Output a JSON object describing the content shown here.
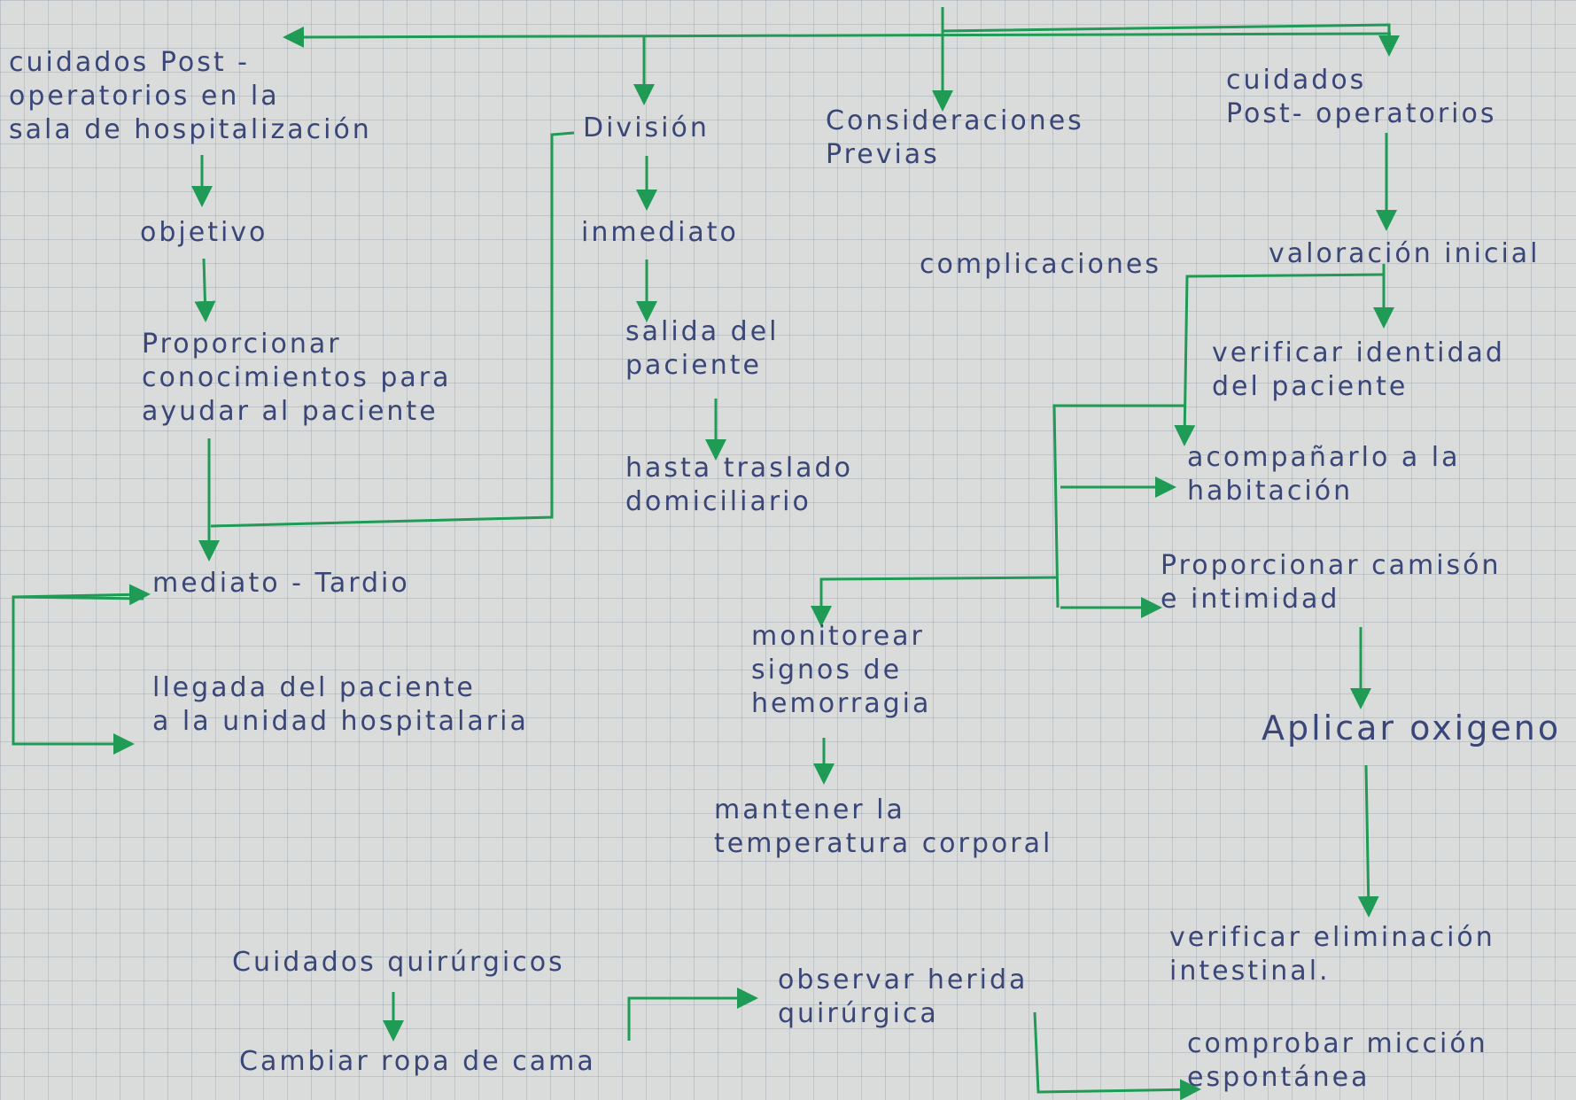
{
  "nodes": {
    "sala": "cuidados Post -\noperatorios en la\nsala de hospitalización",
    "division": "División",
    "consideraciones": "Consideraciones\nPrevias",
    "cuidados_post": "cuidados\nPost- operatorios",
    "objetivo": "objetivo",
    "inmediato": "inmediato",
    "complicaciones": "complicaciones",
    "valoracion": "valoración inicial",
    "proporcionar_conoc": "Proporcionar\nconocimientos para\nayudar al paciente",
    "salida": "salida del\npaciente",
    "verificar_identidad": "verificar identidad\ndel paciente",
    "hasta_traslado": "hasta traslado\ndomiciliario",
    "acompanarlo": "acompañarlo a la\nhabitación",
    "mediato": "mediato - Tardio",
    "proporcionar_camison": "Proporcionar camisón\ne intimidad",
    "monitorear": "monitorear\nsignos de\nhemorragia",
    "llegada": "llegada del paciente\na la unidad hospitalaria",
    "aplicar": "Aplicar oxigeno",
    "mantener": "mantener la\ntemperatura corporal",
    "verificar_elim": "verificar eliminación\nintestinal.",
    "cuidados_quir": "Cuidados quirúrgicos",
    "observar": "observar herida\nquirúrgica",
    "cambiar": "Cambiar ropa de cama",
    "comprobar": "comprobar micción\nespontánea"
  }
}
